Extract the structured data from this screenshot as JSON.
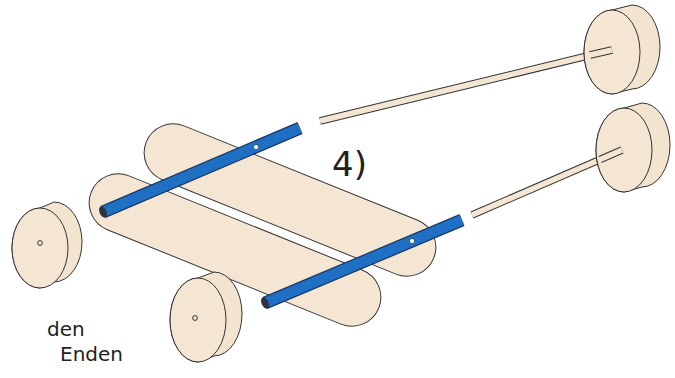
{
  "diagram": {
    "labels": [
      "4)",
      "den",
      "Enden"
    ]
  }
}
